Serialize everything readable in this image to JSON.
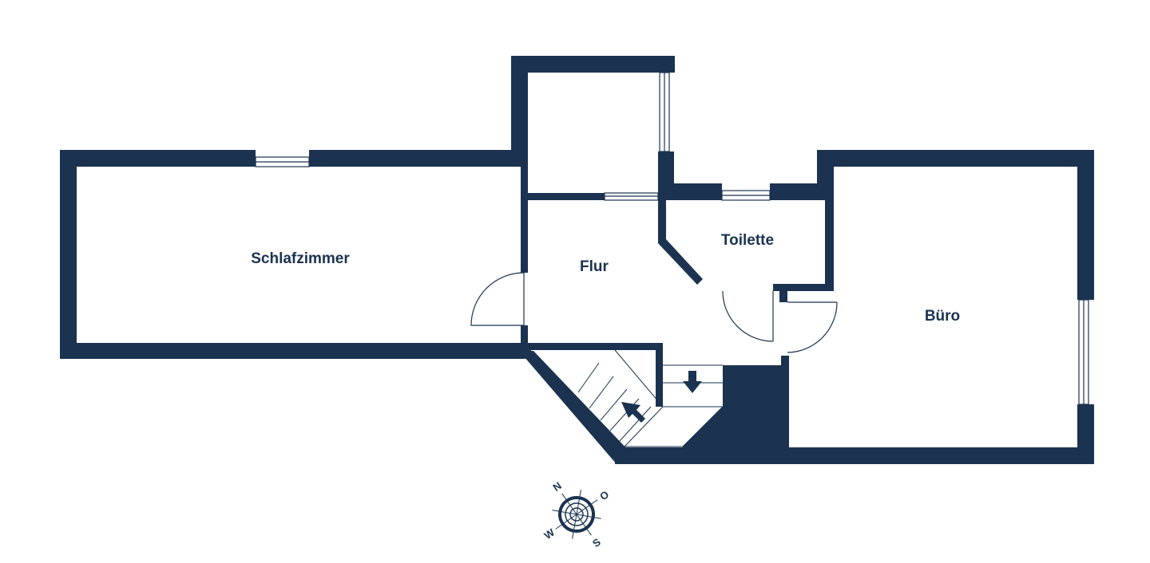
{
  "colors": {
    "wall": "#1b3350",
    "background": "#ffffff",
    "line": "#1b3350"
  },
  "rooms": {
    "schlafzimmer": "Schlafzimmer",
    "flur": "Flur",
    "toilette": "Toilette",
    "buero": "Büro"
  },
  "compass": {
    "north": "N",
    "east": "O",
    "south": "S",
    "west": "W",
    "icon": "compass-rose-icon"
  },
  "stairs": {
    "up_icon": "arrow-up-left-icon",
    "down_icon": "arrow-down-icon"
  }
}
